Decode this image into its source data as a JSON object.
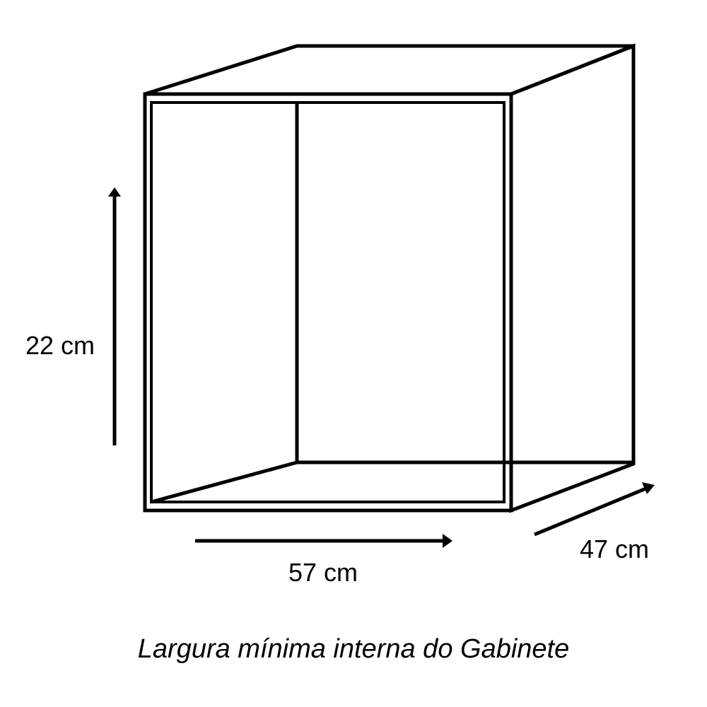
{
  "colors": {
    "stroke": "#000000",
    "background": "#ffffff"
  },
  "dimensions": {
    "height_label": "22 cm",
    "width_label": "57 cm",
    "depth_label": "47 cm"
  },
  "caption": "Largura mínima interna do Gabinete"
}
